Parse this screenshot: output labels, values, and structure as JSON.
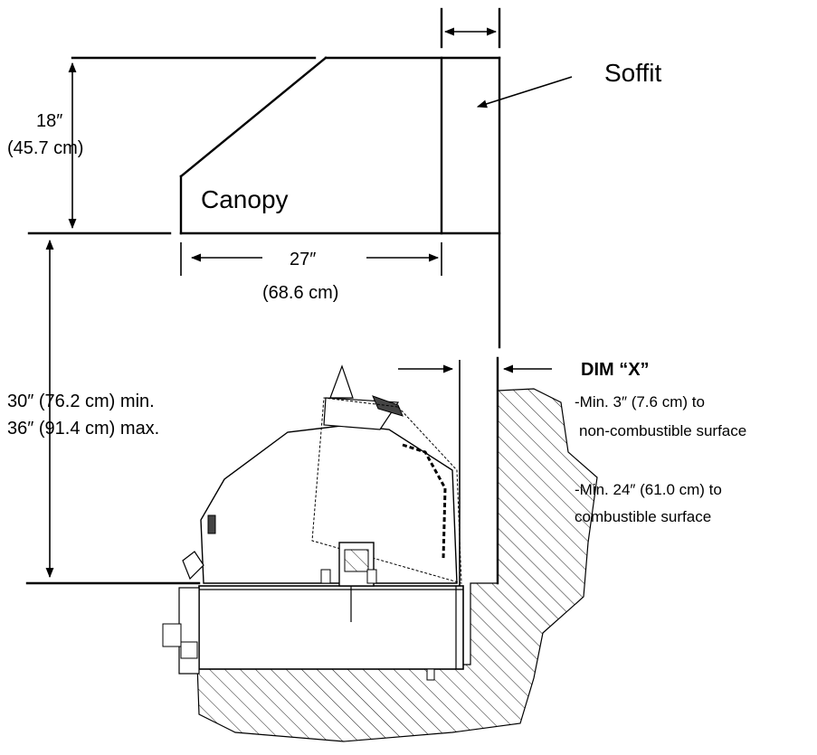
{
  "labels": {
    "soffit": "Soffit",
    "canopy": "Canopy",
    "height_in": "18″",
    "height_cm": "(45.7 cm)",
    "depth_in": "27″",
    "depth_cm": "(68.6 cm)",
    "counter_min": "30″ (76.2 cm) min.",
    "counter_max": "36″ (91.4 cm) max.",
    "dim_x": "DIM “X”",
    "note1_line1": "-Min. 3″ (7.6 cm) to",
    "note1_line2": "non-combustible surface",
    "note2_line1": "-Min. 24″ (61.0 cm) to",
    "note2_line2": "combustible surface"
  },
  "colors": {
    "line": "#000000",
    "background": "#ffffff"
  }
}
